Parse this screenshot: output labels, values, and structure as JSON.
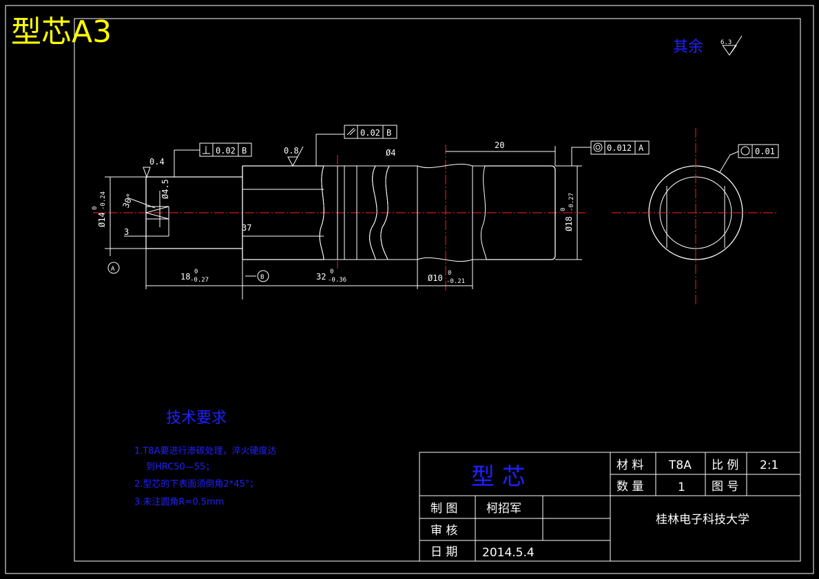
{
  "sheet": {
    "corner_title": "型芯A3",
    "surface_note": "其余",
    "surface_value": "6.3"
  },
  "dimensions": {
    "roughness_04": "0.4",
    "roughness_08": "0.8",
    "perp_tol": "0.02",
    "perp_datum": "B",
    "runout_tol": "0.02",
    "runout_datum": "B",
    "coax_tol": "0.012",
    "coax_datum": "A",
    "round_tol": "0.01",
    "hole_dia": "Ø4.5",
    "pin_dia": "Ø4",
    "len_20": "20",
    "angle": "30°",
    "d14": "Ø14",
    "d14_up": "0",
    "d14_lo": "-0.24",
    "d18": "Ø18",
    "d18_up": "0",
    "d18_lo": "-0.27",
    "len_3": "3",
    "len_37": "37",
    "len_18": "18",
    "len_18_up": "0",
    "len_18_lo": "-0.27",
    "len_32": "32",
    "len_32_up": "0",
    "len_32_lo": "-0.36",
    "d10": "Ø10",
    "d10_up": "0",
    "d10_lo": "-0.21",
    "datum_a": "A",
    "datum_b": "B"
  },
  "tech": {
    "heading": "技术要求",
    "line1": "1.T8A要进行渗碳处理，淬火硬度达",
    "line1b": "到HRC50—55；",
    "line2": "2.型芯的下表面须倒角2*45°；",
    "line3": "3.未注圆角R=0.5mm"
  },
  "title_block": {
    "part_name": "型  芯",
    "material_label": "材 料",
    "material_value": "T8A",
    "scale_label": "比 例",
    "scale_value": "2:1",
    "qty_label": "数 量",
    "qty_value": "1",
    "drawing_no_label": "图 号",
    "drawn_label": "制 图",
    "drawn_value": "柯招军",
    "checked_label": "审 核",
    "date_label": "日 期",
    "date_value": "2014.5.4",
    "school": "桂林电子科技大学"
  }
}
